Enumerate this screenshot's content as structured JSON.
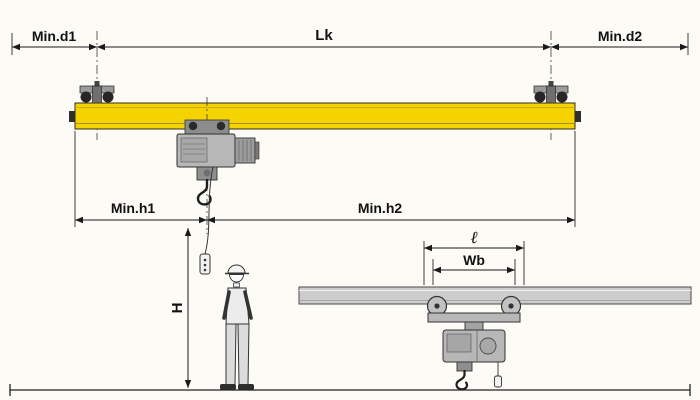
{
  "labels": {
    "min_d1": "Min.d1",
    "lk": "Lk",
    "min_d2": "Min.d2",
    "min_h1": "Min.h1",
    "min_h2": "Min.h2",
    "height": "H",
    "trolley_length": "ℓ",
    "wb": "Wb"
  },
  "colors": {
    "girder_yellow": "#F4D300",
    "beam_gray": "#CDCDCD",
    "hoist_gray": "#B7B7B7",
    "line": "#1A1A1A"
  }
}
